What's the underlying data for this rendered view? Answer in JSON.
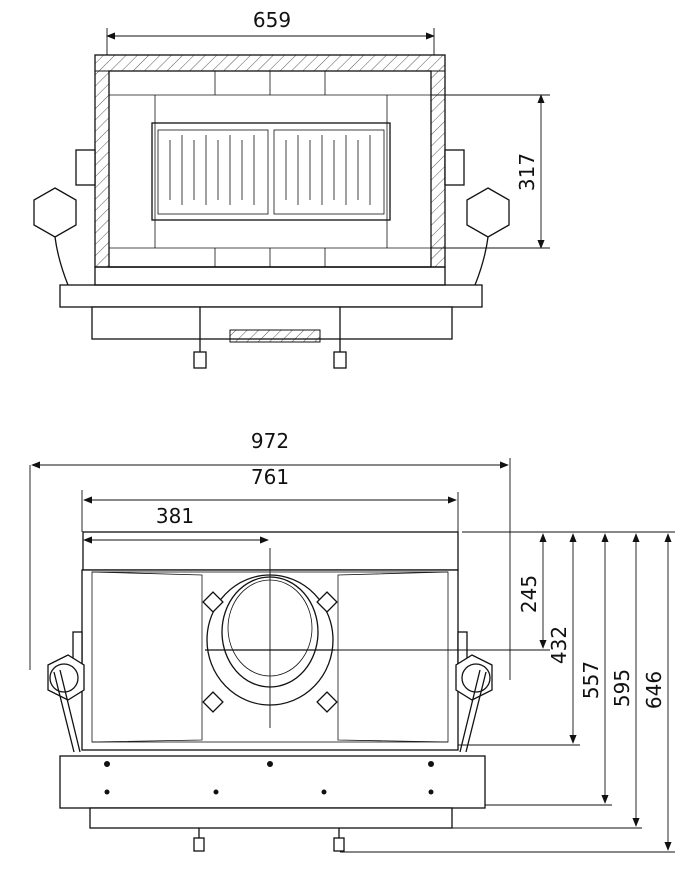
{
  "top_view": {
    "dimensions": {
      "width": "659",
      "height": "317"
    }
  },
  "bottom_view": {
    "dimensions": {
      "overall_width": "972",
      "body_width": "761",
      "flue_offset": "381",
      "flue_depth": "245",
      "body_depth": "432",
      "front_depth": "557",
      "plate_depth": "595",
      "overall_depth": "646"
    }
  }
}
